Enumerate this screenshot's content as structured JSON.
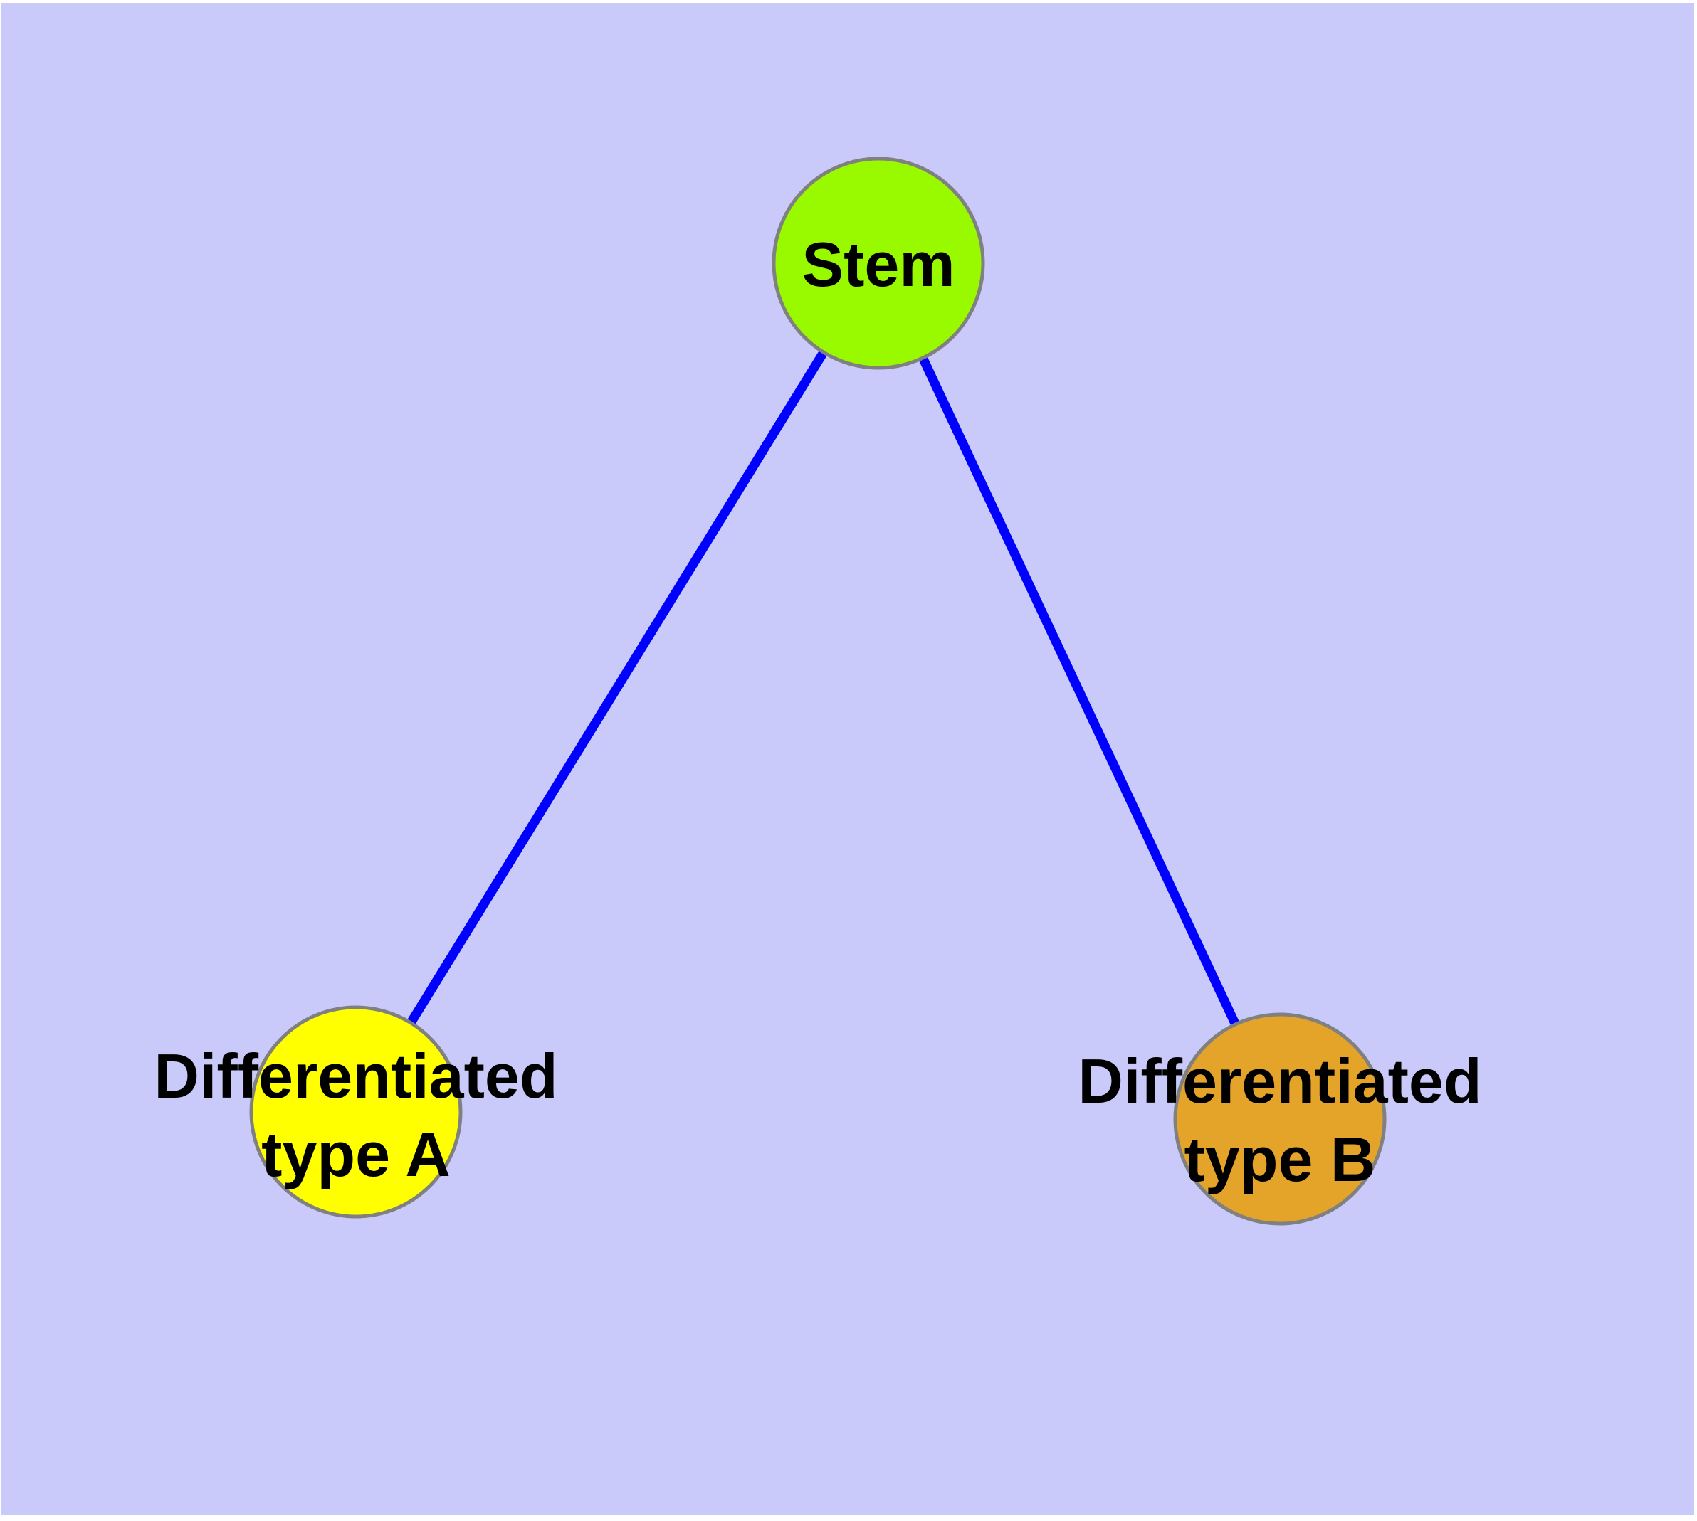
{
  "diagram_kind": "undirected-graph",
  "colors": {
    "frame": "#ffffff",
    "background": "#cacafa",
    "edge": "#0000ff",
    "node_border": "#808080",
    "label_text": "#000000"
  },
  "nodes": [
    {
      "id": "stem",
      "label": "Stem",
      "lines": [
        "Stem"
      ],
      "fill": "#99fa00"
    },
    {
      "id": "differentiated-type-a",
      "label": "Differentiated type A",
      "lines": [
        "Differentiated",
        "type A"
      ],
      "fill": "#ffff00"
    },
    {
      "id": "differentiated-type-b",
      "label": "Differentiated type B",
      "lines": [
        "Differentiated",
        "type B"
      ],
      "fill": "#e4a329"
    }
  ],
  "edges": [
    {
      "from": "Stem",
      "to": "Differentiated type A"
    },
    {
      "from": "Stem",
      "to": "Differentiated type B"
    }
  ]
}
